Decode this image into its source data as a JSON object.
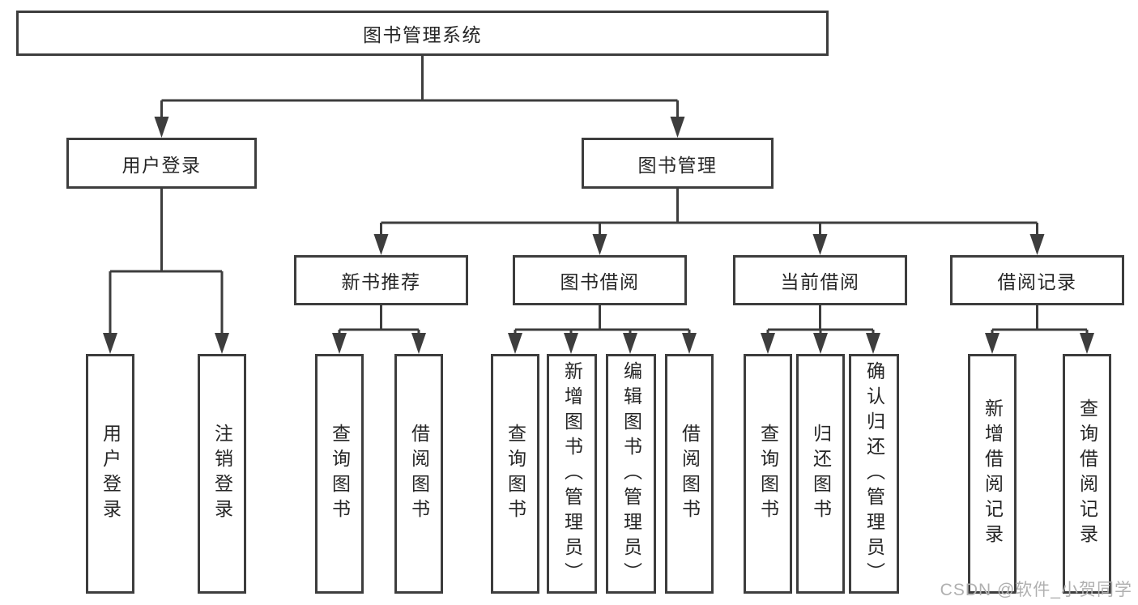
{
  "tree": {
    "label": "图书管理系统",
    "children": [
      {
        "label": "用户登录",
        "children": [
          {
            "label": "用户登录"
          },
          {
            "label": "注销登录"
          }
        ]
      },
      {
        "label": "图书管理",
        "children": [
          {
            "label": "新书推荐",
            "children": [
              {
                "label": "查询图书"
              },
              {
                "label": "借阅图书"
              }
            ]
          },
          {
            "label": "图书借阅",
            "children": [
              {
                "label": "查询图书"
              },
              {
                "label": "新增图书（管理员）"
              },
              {
                "label": "编辑图书（管理员）"
              },
              {
                "label": "借阅图书"
              }
            ]
          },
          {
            "label": "当前借阅",
            "children": [
              {
                "label": "查询图书"
              },
              {
                "label": "归还图书"
              },
              {
                "label": "确认归还（管理员）"
              }
            ]
          },
          {
            "label": "借阅记录",
            "children": [
              {
                "label": "新增借阅记录"
              },
              {
                "label": "查询借阅记录"
              }
            ]
          }
        ]
      }
    ]
  },
  "colors": {
    "line": "#3d3d3d",
    "text": "#262626",
    "watermark": "#b0b0b0",
    "background": "#ffffff"
  },
  "watermark": {
    "text": "CSDN @软件_小贺同学"
  }
}
